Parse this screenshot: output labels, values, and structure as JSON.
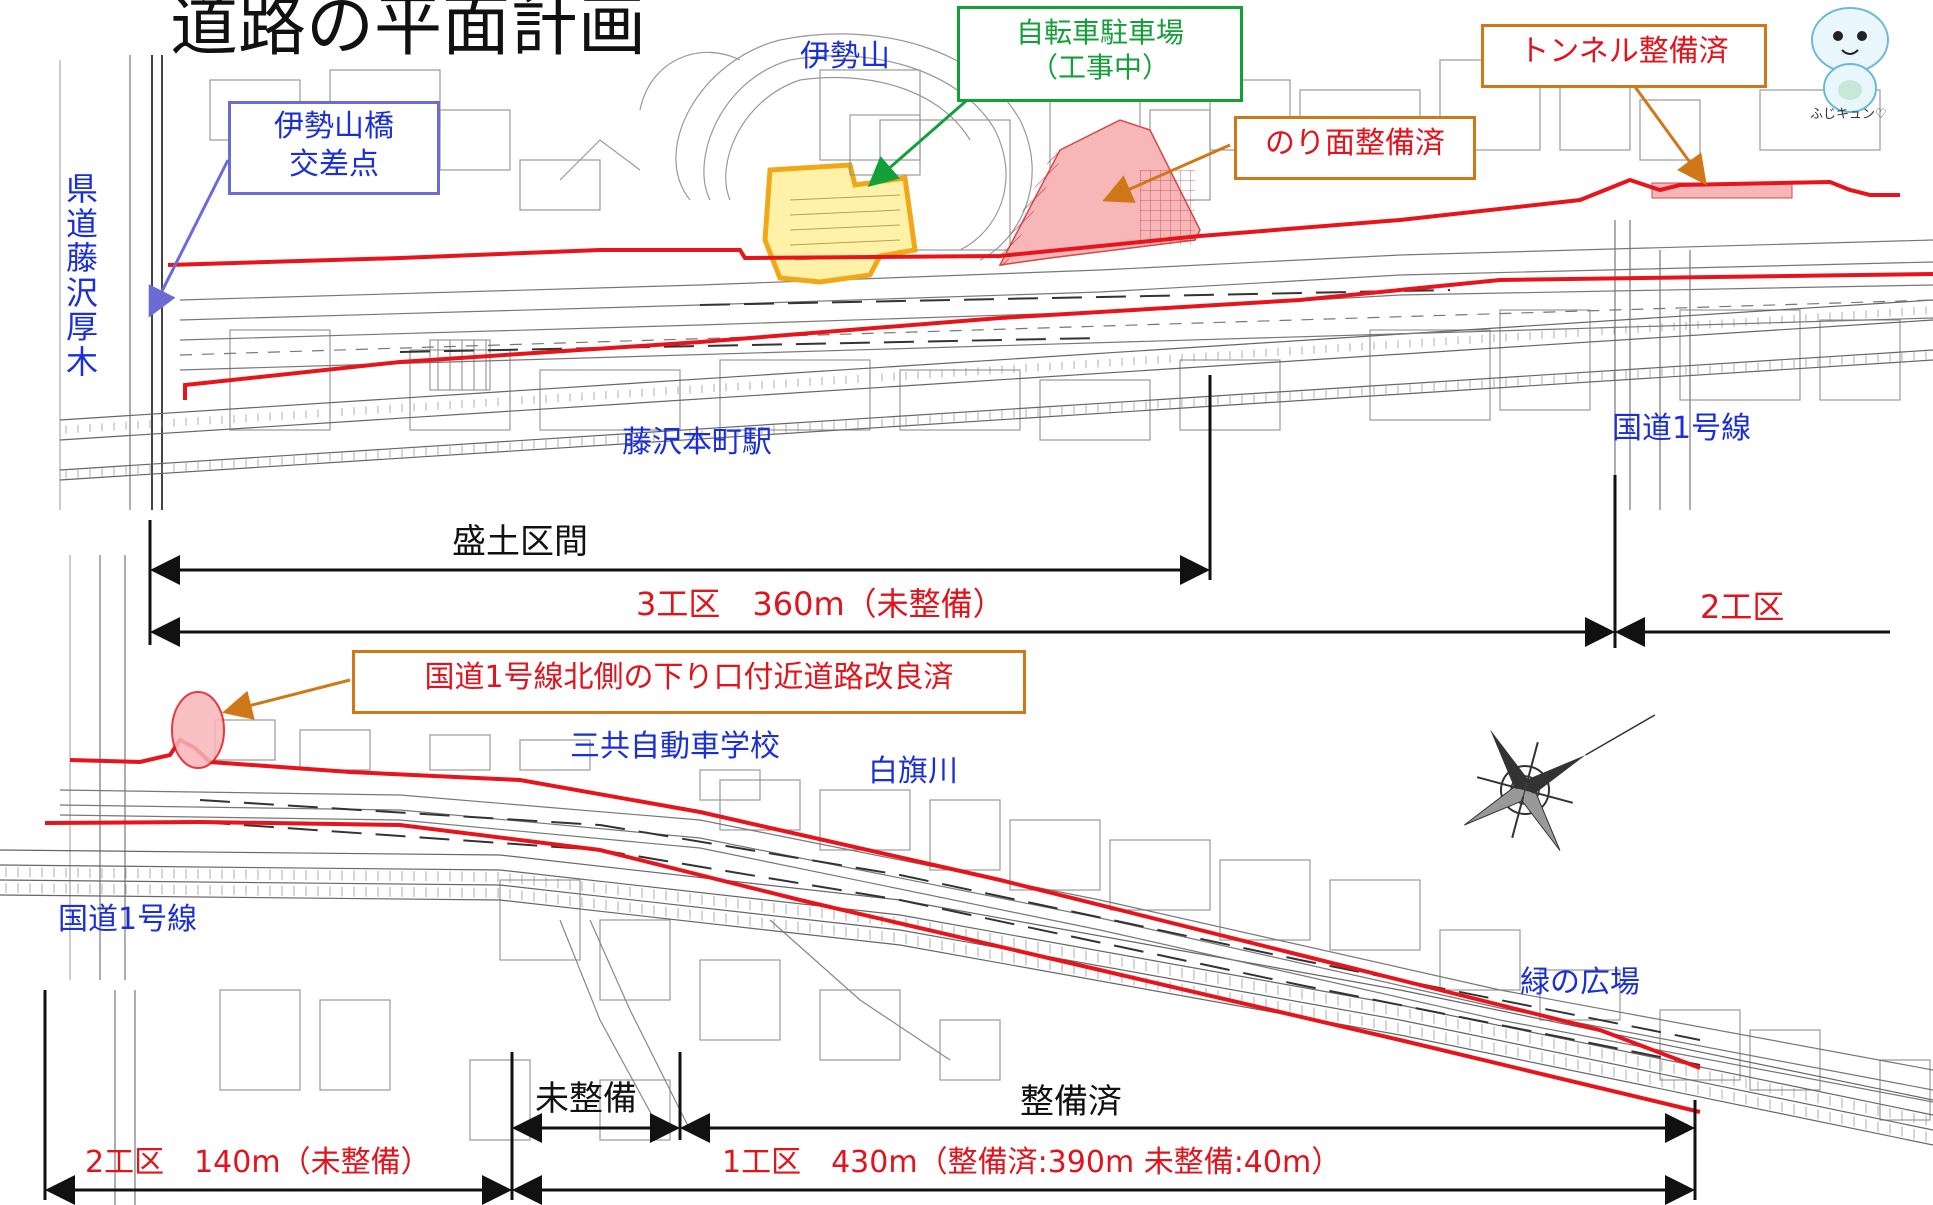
{
  "title": "道路の平面計画",
  "mascot_caption": "ふじキュン♡",
  "callouts": {
    "bicycle_parking": {
      "line1": "自転車駐車場",
      "line2": "（工事中）"
    },
    "tunnel": "トンネル整備済",
    "slope": "のり面整備済",
    "iseyama_bridge": {
      "line1": "伊勢山橋",
      "line2": "交差点"
    },
    "route1_north": "国道1号線北側の下り口付近道路改良済"
  },
  "labels": {
    "iseyama": "伊勢山",
    "prefectural_road": "県道藤沢厚木",
    "station": "藤沢本町駅",
    "route1_top": "国道1号線",
    "route1_bottom": "国道1号線",
    "driving_school": "三共自動車学校",
    "shirahata_river": "白旗川",
    "green_plaza": "緑の広場"
  },
  "dimensions": {
    "embankment": "盛土区間",
    "section3": "3工区　360m（未整備）",
    "section2_top": "2工区",
    "unimproved": "未整備",
    "improved": "整備済",
    "section2_bottom": "2工区　140m（未整備）",
    "section1": "1工区　430m（整備済:390m 未整備:40m）"
  },
  "colors": {
    "road_outline": "#e8141c",
    "callout_blue": "#6b6bd6",
    "callout_green": "#14a038",
    "callout_orange": "#d07818",
    "label_blue": "#1a2fd6",
    "label_red": "#e0141c",
    "parking_fill": "#fff2a8",
    "slope_fill": "#f7b6b8"
  }
}
